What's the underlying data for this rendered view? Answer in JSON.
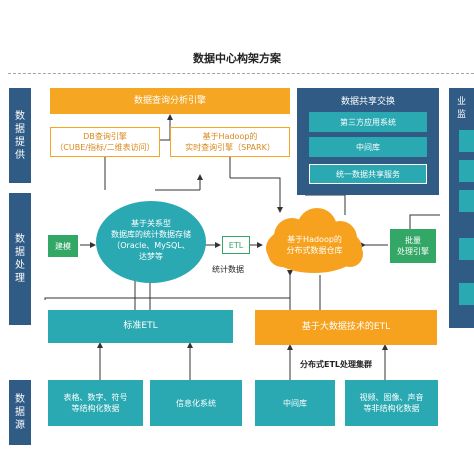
{
  "title": "数据中心构架方案",
  "side_labels": {
    "provide": "数据提供",
    "process": "数据处理",
    "source": "数据源"
  },
  "provide": {
    "query_engine": "数据查询分析引擎",
    "db_engine_line1": "DB查询引擎",
    "db_engine_line2": "（CUBE/指标/二维表访问）",
    "hadoop_engine_line1": "基于Hadoop的",
    "hadoop_engine_line2": "实时查询引擎（SPARK）"
  },
  "exchange": {
    "title": "数据共享交换",
    "items": [
      "第三方应用系统",
      "中间库",
      "统一数据共享服务"
    ]
  },
  "right_panel": {
    "top_char": "业",
    "second_char": "监"
  },
  "process": {
    "build": "建模",
    "relational_line1": "基于关系型",
    "relational_line2": "数据库的统计数据存储",
    "relational_line3": "（Oracle、MySQL、",
    "relational_line4": "达梦等",
    "etl": "ETL",
    "stat_data": "统计数据",
    "hadoop_store_line1": "基于Hadoop的",
    "hadoop_store_line2": "分布式数据仓库",
    "batch_line1": "批量",
    "batch_line2": "处理引擎",
    "std_etl": "标准ETL",
    "bigdata_etl": "基于大数据技术的ETL",
    "cluster": "分布式ETL处理集群"
  },
  "source": {
    "structured_line1": "表格、数字、符号",
    "structured_line2": "等结构化数据",
    "info_system": "信息化系统",
    "middle_db": "中间库",
    "unstructured_line1": "视频、图像、声音",
    "unstructured_line2": "等非结构化数据"
  },
  "colors": {
    "navy": "#2f5b85",
    "orange": "#f5a623",
    "teal": "#2aa9b3",
    "green": "#33a766"
  }
}
